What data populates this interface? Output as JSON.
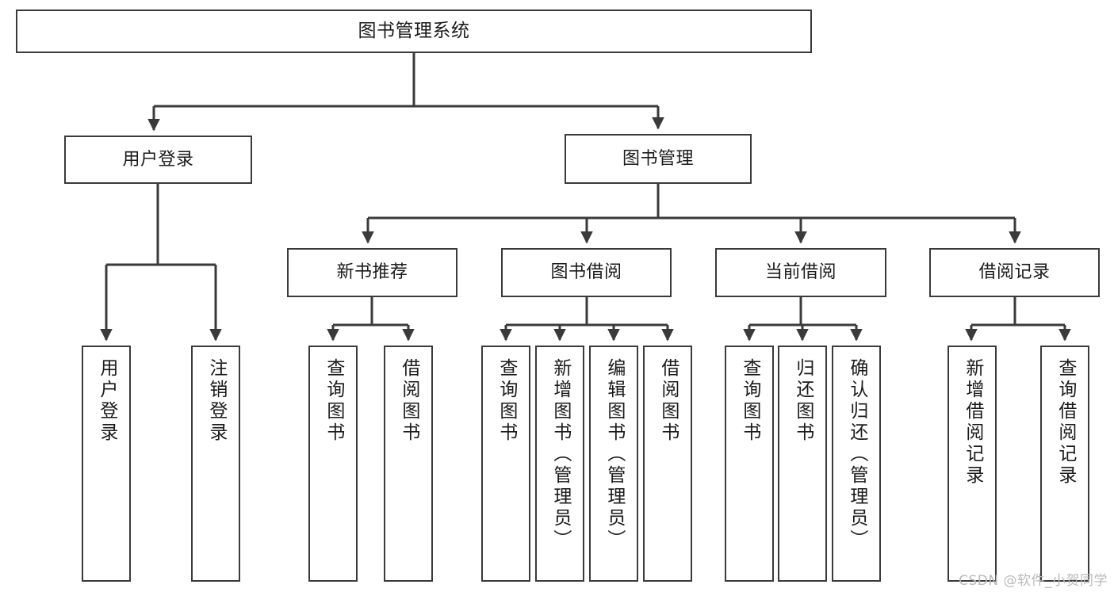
{
  "diagram": {
    "type": "tree-hierarchy",
    "title": "图书管理系统",
    "stroke_color": "#3a3a3a",
    "fill_color": "#ffffff",
    "text_color": "#1a1a1a",
    "watermark": "CSDN @软件_小贺同学",
    "nodes": {
      "root": {
        "label": "图书管理系统"
      },
      "level2": [
        {
          "id": "user-login",
          "label": "用户登录"
        },
        {
          "id": "book-manage",
          "label": "图书管理"
        }
      ],
      "level3": [
        {
          "id": "new-book-recommend",
          "label": "新书推荐"
        },
        {
          "id": "book-borrow",
          "label": "图书借阅"
        },
        {
          "id": "current-borrow",
          "label": "当前借阅"
        },
        {
          "id": "borrow-record",
          "label": "借阅记录"
        }
      ],
      "leaves": {
        "user_login": [
          {
            "id": "leaf-user-login",
            "label": "用户登录"
          },
          {
            "id": "leaf-logout-login",
            "label": "注销登录"
          }
        ],
        "new_book_recommend": [
          {
            "id": "leaf-query-book-1",
            "label": "查询图书"
          },
          {
            "id": "leaf-borrow-book-1",
            "label": "借阅图书"
          }
        ],
        "book_borrow": [
          {
            "id": "leaf-query-book-2",
            "label": "查询图书"
          },
          {
            "id": "leaf-add-book",
            "label": "新增图书（管理员）"
          },
          {
            "id": "leaf-edit-book",
            "label": "编辑图书（管理员）"
          },
          {
            "id": "leaf-borrow-book-2",
            "label": "借阅图书"
          }
        ],
        "current_borrow": [
          {
            "id": "leaf-query-book-3",
            "label": "查询图书"
          },
          {
            "id": "leaf-return-book",
            "label": "归还图书"
          },
          {
            "id": "leaf-confirm-return",
            "label": "确认归还（管理员）"
          }
        ],
        "borrow_record": [
          {
            "id": "leaf-add-record",
            "label": "新增借阅记录"
          },
          {
            "id": "leaf-query-record",
            "label": "查询借阅记录"
          }
        ]
      }
    }
  }
}
